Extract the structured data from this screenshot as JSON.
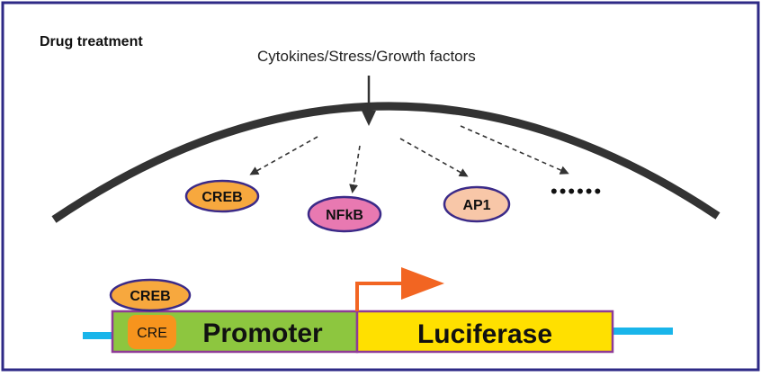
{
  "header": {
    "title": "Drug treatment",
    "stimulus": "Cytokines/Stress/Growth factors"
  },
  "factors": [
    {
      "label": "CREB",
      "fill": "#F7A83E"
    },
    {
      "label": "NFkB",
      "fill": "#E879B1"
    },
    {
      "label": "AP1",
      "fill": "#F8C7A8"
    }
  ],
  "more": "••••••",
  "construct": {
    "bound_factor": "CREB",
    "element": "CRE",
    "promoter": "Promoter",
    "reporter": "Luciferase"
  },
  "colors": {
    "frame": "#2E2A86",
    "membrane": "#333333",
    "factor_outline": "#3B2A88",
    "promoter_fill": "#8DC63F",
    "cre_fill": "#F7941D",
    "luciferase_fill": "#FFE000",
    "box_outline": "#8E3B96",
    "dna": "#19B5EA",
    "arrow": "#F26522"
  }
}
